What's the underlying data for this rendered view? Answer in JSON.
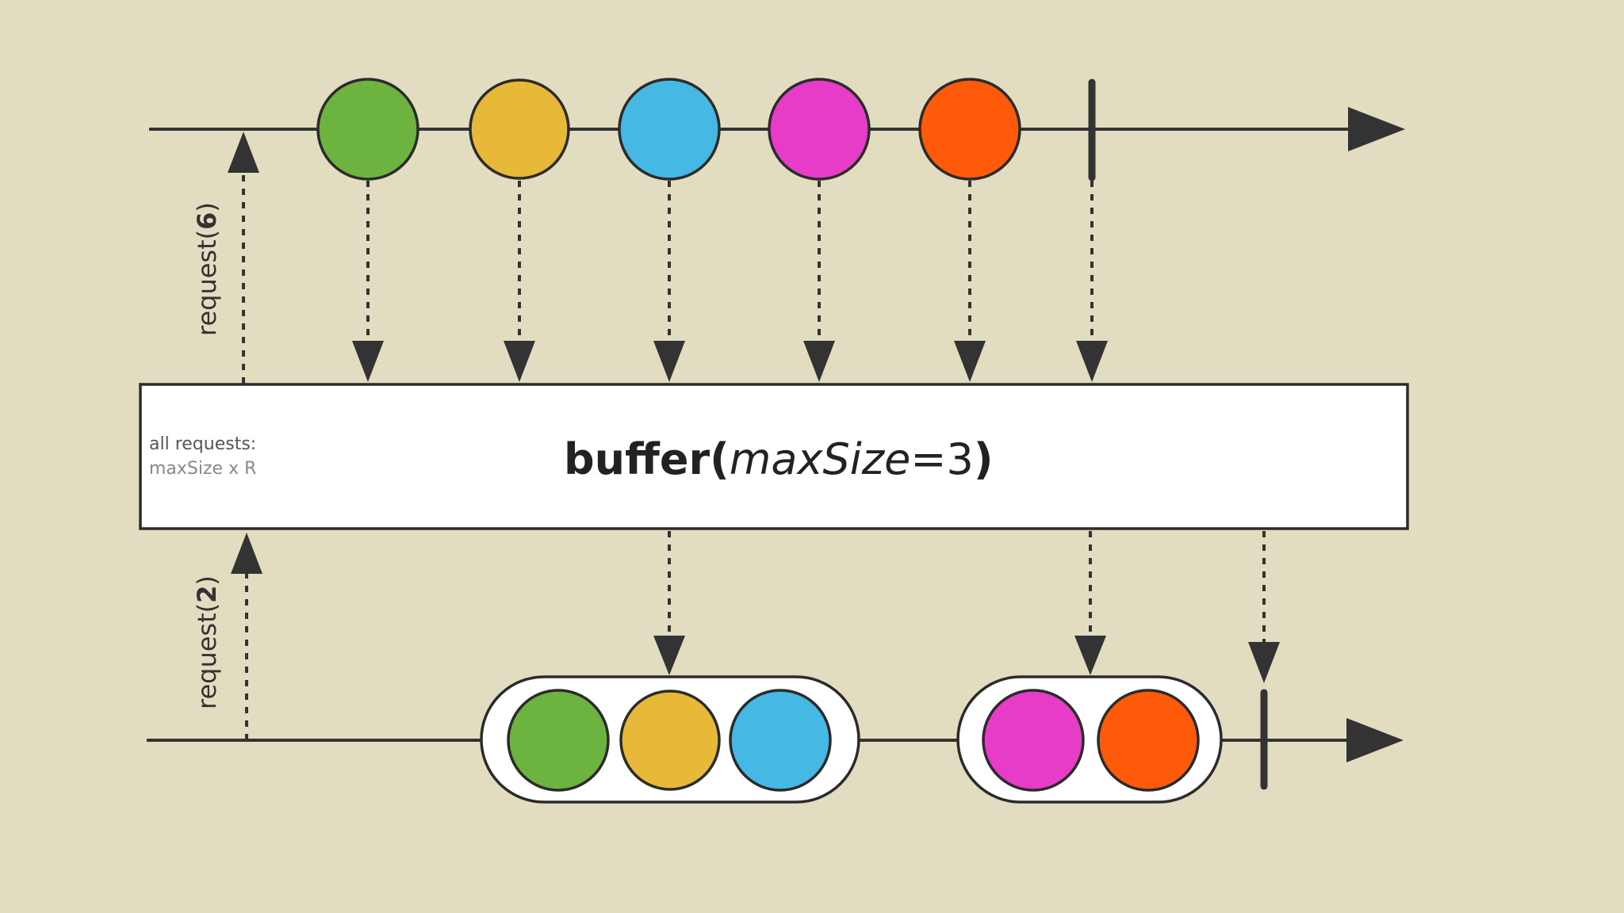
{
  "operator": {
    "name": "buffer",
    "open_paren": "(",
    "param": "maxSize",
    "equals_value": "=3",
    "close_paren": ")",
    "note_line1": "all requests:",
    "note_line2": "maxSize x R"
  },
  "upstream_request": {
    "prefix": "request(",
    "n": "6",
    "suffix": ")"
  },
  "downstream_request": {
    "prefix": "request(",
    "n": "2",
    "suffix": ")"
  },
  "colors": {
    "background": "#e2dcc1",
    "green": "#6cb33f",
    "yellow": "#e8b838",
    "blue": "#45b8e3",
    "magenta": "#e63cc8",
    "orange": "#ff5a0a"
  },
  "source_marbles": [
    "green",
    "yellow",
    "blue",
    "magenta",
    "orange"
  ],
  "buffers": [
    [
      "green",
      "yellow",
      "blue"
    ],
    [
      "magenta",
      "orange"
    ]
  ]
}
